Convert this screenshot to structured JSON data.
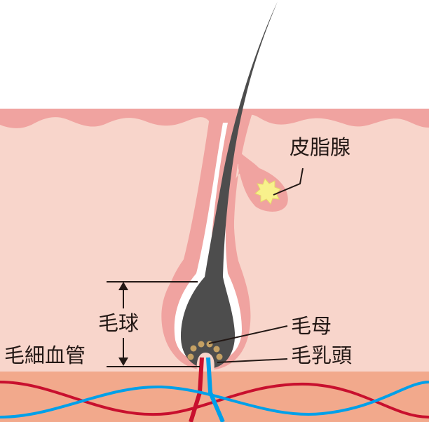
{
  "labels": {
    "sebaceous_gland": "皮脂腺",
    "hair_bulb": "毛球",
    "capillaries": "毛細血管",
    "hair_matrix": "毛母",
    "dermal_papilla": "毛乳頭"
  },
  "colors": {
    "dermis": "#f8d5cb",
    "epidermis": "#f0a3a0",
    "subcutis": "#f2a98c",
    "hair": "#4d4d4d",
    "artery": "#c8102e",
    "vein": "#00a0e9",
    "matrix_cells": "#c4a063",
    "gland": "#f8f18c"
  }
}
